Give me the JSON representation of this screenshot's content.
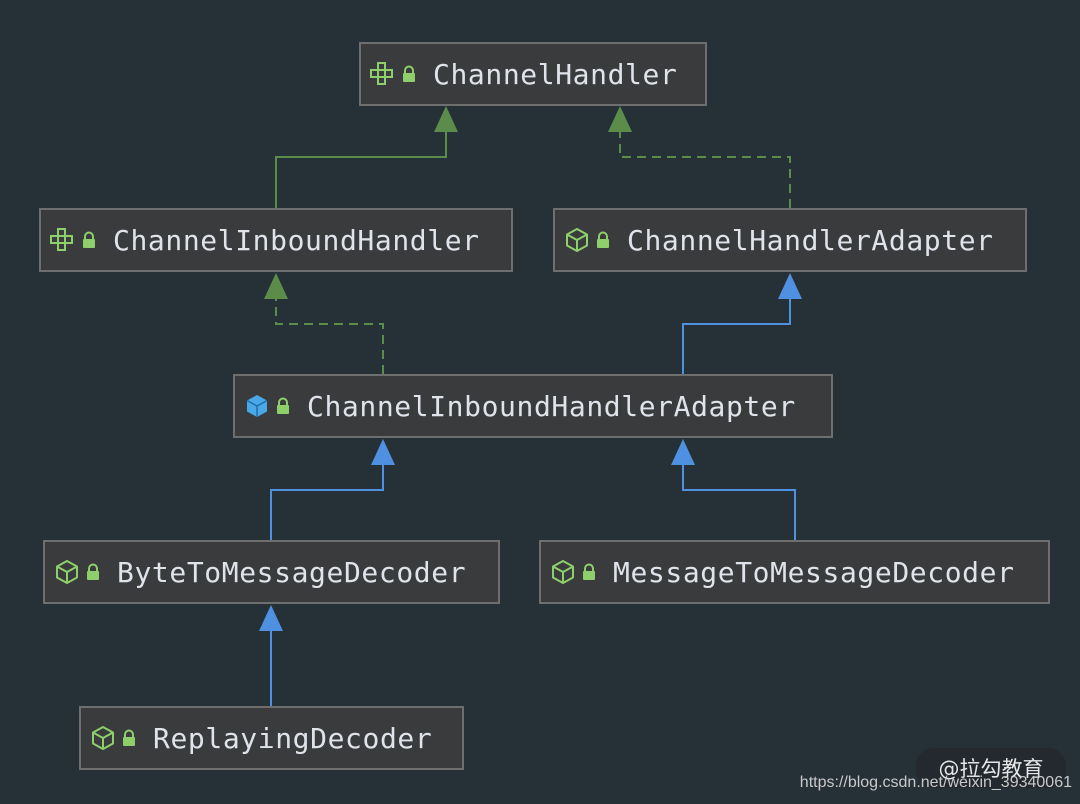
{
  "colors": {
    "background": "#263037",
    "node_fill": "#3a3b3d",
    "node_border": "#6e6e6e",
    "label": "#dfe3ea",
    "interface_edge": "#5b8c4a",
    "class_edge": "#4f90e0",
    "icon_green": "#8fcf6b",
    "icon_blue": "#4aa8e8"
  },
  "nodes": [
    {
      "id": "channel-handler",
      "label": "ChannelHandler",
      "icon": "interface-icon"
    },
    {
      "id": "channel-inbound-handler",
      "label": "ChannelInboundHandler",
      "icon": "interface-icon"
    },
    {
      "id": "channel-handler-adapter",
      "label": "ChannelHandlerAdapter",
      "icon": "abstract-class-icon"
    },
    {
      "id": "channel-inbound-handler-adapter",
      "label": "ChannelInboundHandlerAdapter",
      "icon": "class-icon"
    },
    {
      "id": "byte-to-message-decoder",
      "label": "ByteToMessageDecoder",
      "icon": "abstract-class-icon"
    },
    {
      "id": "message-to-message-decoder",
      "label": "MessageToMessageDecoder",
      "icon": "abstract-class-icon"
    },
    {
      "id": "replaying-decoder",
      "label": "ReplayingDecoder",
      "icon": "abstract-class-icon"
    }
  ],
  "edges": [
    {
      "from": "channel-inbound-handler",
      "to": "channel-handler",
      "kind": "extends-interface"
    },
    {
      "from": "channel-handler-adapter",
      "to": "channel-handler",
      "kind": "implements"
    },
    {
      "from": "channel-inbound-handler-adapter",
      "to": "channel-inbound-handler",
      "kind": "implements"
    },
    {
      "from": "channel-inbound-handler-adapter",
      "to": "channel-handler-adapter",
      "kind": "extends"
    },
    {
      "from": "byte-to-message-decoder",
      "to": "channel-inbound-handler-adapter",
      "kind": "extends"
    },
    {
      "from": "message-to-message-decoder",
      "to": "channel-inbound-handler-adapter",
      "kind": "extends"
    },
    {
      "from": "replaying-decoder",
      "to": "byte-to-message-decoder",
      "kind": "extends"
    }
  ],
  "watermark": {
    "brand": "@拉勾教育",
    "url": "https://blog.csdn.net/weixin_39340061"
  }
}
